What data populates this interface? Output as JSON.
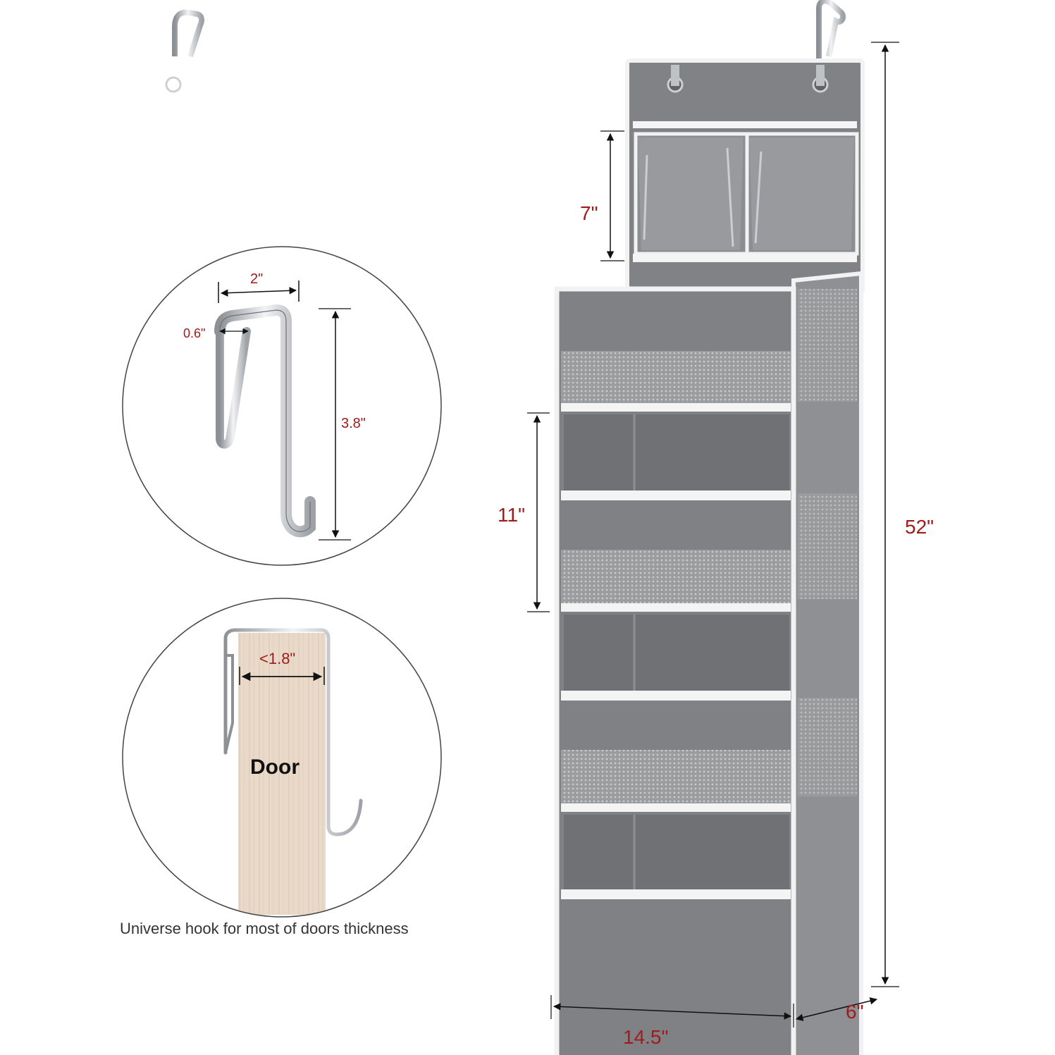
{
  "dimensions": {
    "pocket_height": "7\"",
    "shelf_height": "11\"",
    "total_height": "52\"",
    "width": "14.5\"",
    "depth": "6\""
  },
  "hook_detail": {
    "hook_width": "2\"",
    "hook_gap": "0.6\"",
    "hook_height": "3.8\""
  },
  "door_detail": {
    "door_thickness": "<1.8\"",
    "door_label": "Door",
    "caption": "Universe hook for most of doors thickness"
  },
  "colors": {
    "dimension_text": "#a01c1c",
    "fabric_gray": "#7e8083",
    "trim_white": "#f4f4f4",
    "door_wood": "#e8d6c4"
  }
}
